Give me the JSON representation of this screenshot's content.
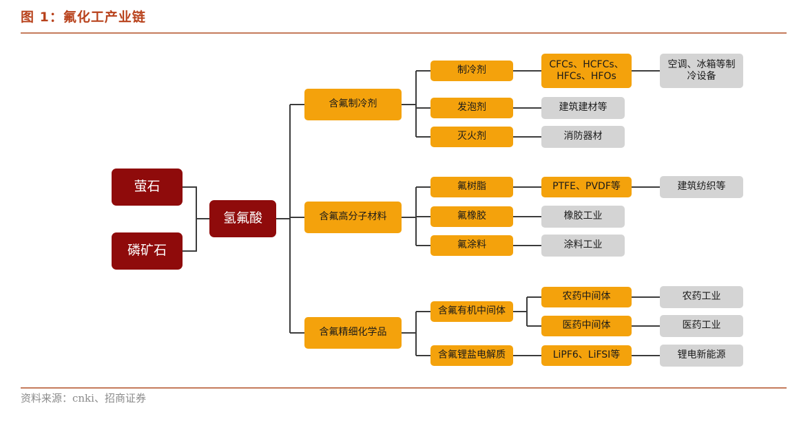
{
  "title": "图 1：氟化工产业链",
  "source": "资料来源：cnki、招商证券",
  "colors": {
    "title": "#b8421c",
    "raw_material": "#8f0b0b",
    "node": "#f4a20c",
    "application": "#d4d4d4",
    "connector": "#3a3a3a"
  },
  "nodes": {
    "fluorite": "萤石",
    "phosphate": "磷矿石",
    "hf": "氢氟酸",
    "cat_refrigerant": "含氟制冷剂",
    "cat_polymer": "含氟高分子材料",
    "cat_fine": "含氟精细化学品",
    "refrigerant": "制冷剂",
    "foaming": "发泡剂",
    "extinguish": "灭火剂",
    "resin": "氟树脂",
    "rubber": "氟橡胶",
    "coating": "氟涂料",
    "intermediate": "含氟有机中间体",
    "lithium_salt": "含氟锂盐电解质",
    "cfcs_line1": "CFCs、HCFCs、",
    "cfcs_line2": "HFCs、HFOs",
    "ptfe": "PTFE、PVDF等",
    "pesticide_mid": "农药中间体",
    "pharma_mid": "医药中间体",
    "lipf6": "LiPF6、LiFSI等",
    "ac_line1": "空调、冰箱等制",
    "ac_line2": "冷设备",
    "building_mat": "建筑建材等",
    "fire": "消防器材",
    "textile": "建筑纺织等",
    "rubber_ind": "橡胶工业",
    "coating_ind": "涂料工业",
    "pesticide_ind": "农药工业",
    "pharma_ind": "医药工业",
    "new_energy": "锂电新能源"
  }
}
